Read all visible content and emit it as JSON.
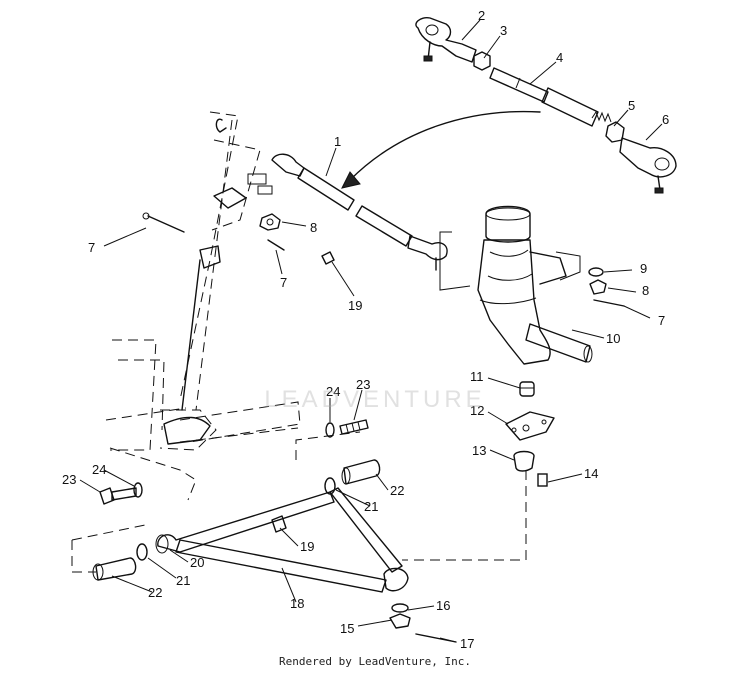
{
  "diagram": {
    "callouts": [
      "1",
      "2",
      "3",
      "4",
      "5",
      "6",
      "7",
      "8",
      "7",
      "19",
      "9",
      "8",
      "7",
      "10",
      "11",
      "12",
      "13",
      "14",
      "24",
      "23",
      "23",
      "24",
      "22",
      "21",
      "19",
      "20",
      "21",
      "22",
      "18",
      "16",
      "15",
      "17"
    ]
  },
  "watermark": "LEADVENTURE",
  "footer": "Rendered by LeadVenture, Inc."
}
